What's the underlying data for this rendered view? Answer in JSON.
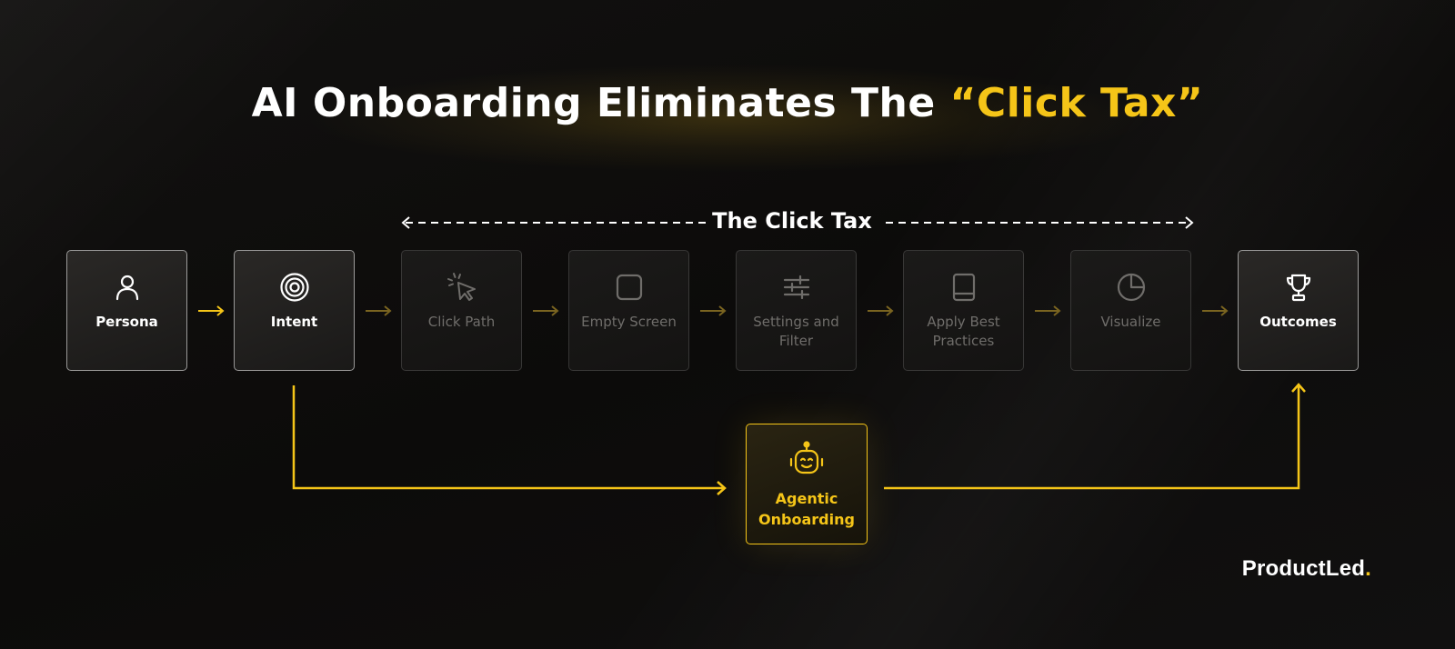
{
  "title": {
    "prefix": "AI Onboarding Eliminates The ",
    "highlight": "“Click Tax”"
  },
  "click_tax": {
    "label": "The Click Tax"
  },
  "steps": [
    {
      "label": "Persona",
      "icon": "person-icon",
      "active": true
    },
    {
      "label": "Intent",
      "icon": "target-icon",
      "active": true
    },
    {
      "label": "Click Path",
      "icon": "cursor-click-icon",
      "active": false
    },
    {
      "label": "Empty Screen",
      "icon": "empty-square-icon",
      "active": false
    },
    {
      "label": "Settings and Filter",
      "icon": "sliders-icon",
      "active": false
    },
    {
      "label": "Apply Best Practices",
      "icon": "book-icon",
      "active": false
    },
    {
      "label": "Visualize",
      "icon": "pie-chart-icon",
      "active": false
    },
    {
      "label": "Outcomes",
      "icon": "trophy-icon",
      "active": true
    }
  ],
  "agentic": {
    "label": "Agentic Onboarding",
    "icon": "robot-icon"
  },
  "brand": {
    "name": "ProductLed",
    "mark": "."
  },
  "colors": {
    "accent": "#f5c518",
    "background": "#0e0d0c",
    "active_border": "#ffffff",
    "dim_text": "#6f6d6a"
  }
}
